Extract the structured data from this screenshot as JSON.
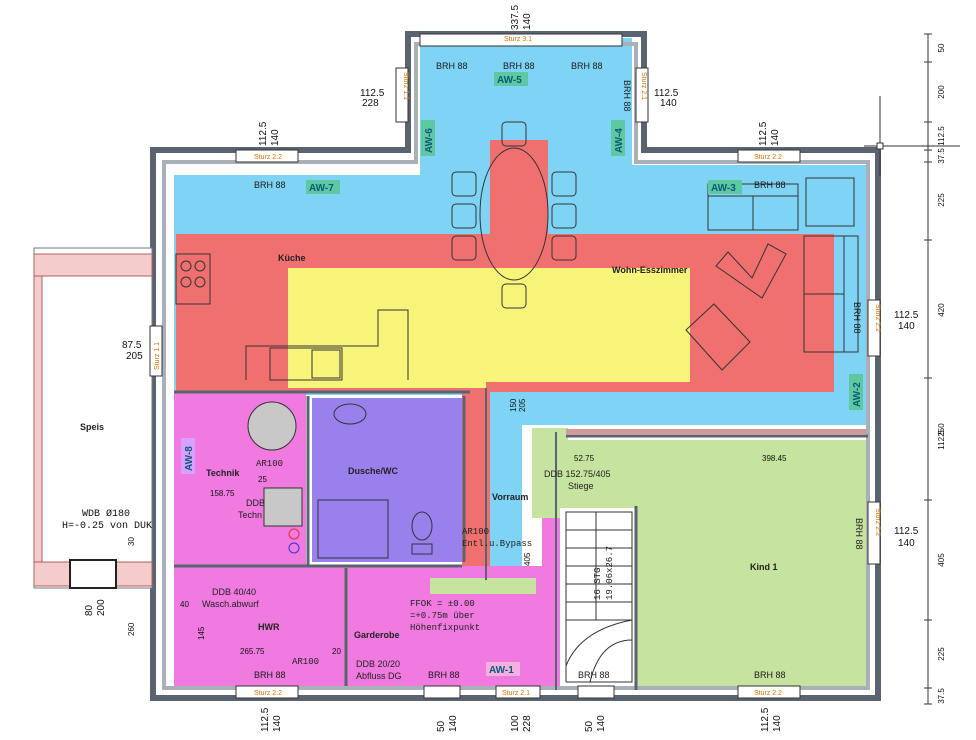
{
  "rooms": {
    "kueche": "Küche",
    "wohn": "Wohn-Esszimmer",
    "speis": "Speis",
    "technik": "Technik",
    "dusche": "Dusche/WC",
    "vorraum": "Vorraum",
    "kind": "Kind 1",
    "hwr": "HWR",
    "garderobe": "Garderobe"
  },
  "walls": {
    "aw1": "AW-1",
    "aw2": "AW-2",
    "aw3": "AW-3",
    "aw4": "AW-4",
    "aw5": "AW-5",
    "aw6": "AW-6",
    "aw7": "AW-7",
    "aw8": "AW-8"
  },
  "brh": "BRH 88",
  "sturz": {
    "s31": "Sturz 3.1",
    "s22": "Sturz 2.2",
    "s21": "Sturz 2.1",
    "s11": "Sturz 1.1"
  },
  "notes": {
    "ar100": "AR100",
    "ddb_technik": "DDB",
    "techn": "Techn",
    "ddb_stiege": "DDB 152.75/405",
    "stiege": "Stiege",
    "dim_5275": "52.75",
    "dim_39845": "398.45",
    "dim_15875": "158.75",
    "ddb_4040": "DDB 40/40",
    "waschabwurf": "Wasch.abwurf",
    "ddb_2020": "DDB 20/20",
    "abfluss": "Abfluss DG",
    "entl": "Entl.u.Bypass",
    "ffok1": "FFOK = ±0.00",
    "ffok2": "=+0.75m über",
    "ffok3": "Höhenfixpunkt",
    "wdb1": "WDB Ø180",
    "wdb2": "H=-0.25 von DUK",
    "stg1": "16 STG",
    "stg2": "19.06x26.7",
    "dim_26575": "265.75",
    "dim_145": "145",
    "dim_40": "40",
    "dim_20": "20",
    "dim_25": "25",
    "dim_405v": "405"
  },
  "dims": {
    "top_3375": "337.5",
    "top_140": "140",
    "l_1125": "112.5",
    "l_228": "228",
    "r_1125": "112.5",
    "r_140": "140",
    "a_1125": "112.5",
    "a_140": "140",
    "b_1125": "112.5",
    "b_140": "140",
    "e_875": "87.5",
    "e_205": "205",
    "r2_1125": "112.5",
    "r2_140": "140",
    "r3_1125": "112.5",
    "r3_140": "140",
    "d_150": "150",
    "d_205": "205",
    "bt1_1125": "112.5",
    "bt1_140": "140",
    "bt2_50": "50",
    "bt2_140": "140",
    "bt3_100": "100",
    "bt3_228": "228",
    "bt4_50": "50",
    "bt4_140": "140",
    "bt5_1125": "112.5",
    "bt5_140": "140",
    "sp_80": "80",
    "sp_200": "200",
    "sp_30": "30",
    "lh_260": "260"
  },
  "right_dims": [
    "50",
    "200",
    "112.5",
    "37.5",
    "37.5",
    "225",
    "420",
    "112.5",
    "250",
    "112.5",
    "405",
    "225",
    "37.5"
  ]
}
